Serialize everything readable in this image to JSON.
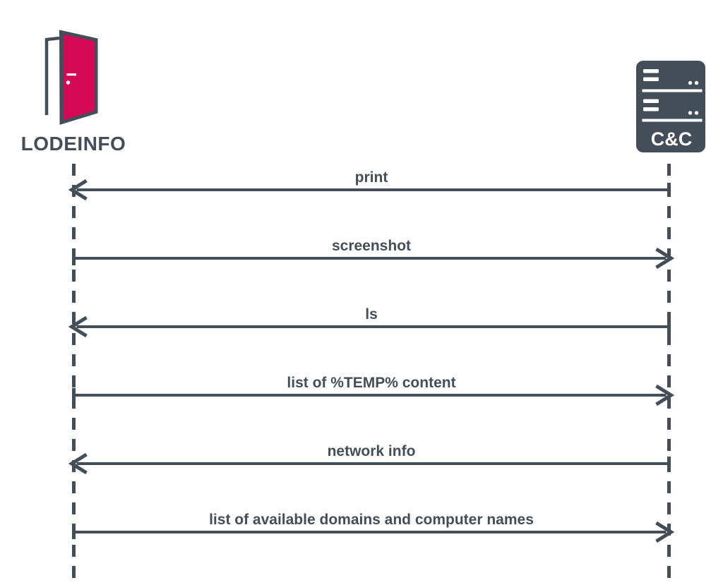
{
  "diagram": {
    "type": "sequence",
    "background": "#ffffff",
    "colors": {
      "slate": "#434e59",
      "pink": "#d40a56",
      "white": "#ffffff"
    },
    "actors": {
      "left": {
        "name": "LODEINFO",
        "icon": "open-door-icon"
      },
      "right": {
        "name": "C&C",
        "icon": "server-icon"
      }
    },
    "messages": [
      {
        "label": "print",
        "from": "C&C",
        "to": "LODEINFO",
        "direction": "left"
      },
      {
        "label": "screenshot",
        "from": "LODEINFO",
        "to": "C&C",
        "direction": "right"
      },
      {
        "label": "ls",
        "from": "C&C",
        "to": "LODEINFO",
        "direction": "left"
      },
      {
        "label": "list of %TEMP% content",
        "from": "LODEINFO",
        "to": "C&C",
        "direction": "right"
      },
      {
        "label": "network info",
        "from": "C&C",
        "to": "LODEINFO",
        "direction": "left"
      },
      {
        "label": "list of available domains and computer names",
        "from": "LODEINFO",
        "to": "C&C",
        "direction": "right"
      }
    ]
  }
}
